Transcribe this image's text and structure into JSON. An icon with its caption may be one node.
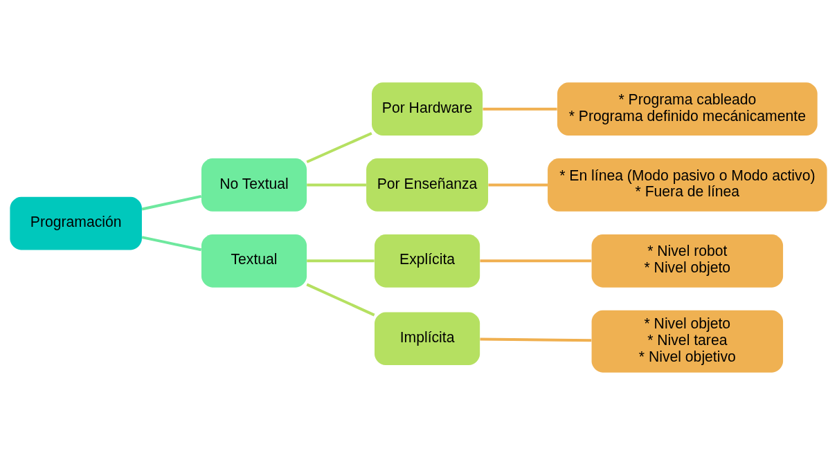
{
  "diagram": {
    "nodes": [
      {
        "text": [
          "Programación"
        ]
      },
      {
        "text": [
          "No Textual"
        ]
      },
      {
        "text": [
          "Textual"
        ]
      },
      {
        "text": [
          "Por Hardware"
        ]
      },
      {
        "text": [
          "Por Enseñanza"
        ]
      },
      {
        "text": [
          "Explícita"
        ]
      },
      {
        "text": [
          "Implícita"
        ]
      },
      {
        "text": [
          "* Programa cableado",
          "* Programa definido mecánicamente"
        ]
      },
      {
        "text": [
          "* En línea (Modo pasivo o Modo activo)",
          "* Fuera de línea"
        ]
      },
      {
        "text": [
          "* Nivel robot",
          "* Nivel objeto"
        ]
      },
      {
        "text": [
          "* Nivel objeto",
          "* Nivel tarea",
          "* Nivel objetivo"
        ]
      }
    ],
    "edges": [
      {
        "from": 0,
        "to": 1,
        "arrow": "none",
        "color": "#6ee89e"
      },
      {
        "from": 0,
        "to": 2,
        "arrow": "none",
        "color": "#6ee89e"
      },
      {
        "from": 1,
        "to": 3,
        "arrow": "none",
        "color": "#b5e061"
      },
      {
        "from": 1,
        "to": 4,
        "arrow": "none",
        "color": "#b5e061"
      },
      {
        "from": 2,
        "to": 5,
        "arrow": "none",
        "color": "#b5e061"
      },
      {
        "from": 2,
        "to": 6,
        "arrow": "none",
        "color": "#b5e061"
      },
      {
        "from": 3,
        "to": 7,
        "arrow": "none",
        "color": "#f0b050"
      },
      {
        "from": 4,
        "to": 8,
        "arrow": "none",
        "color": "#f0b050"
      },
      {
        "from": 5,
        "to": 9,
        "arrow": "none",
        "color": "#f0b050"
      },
      {
        "from": 6,
        "to": 10,
        "arrow": "none",
        "color": "#f0b050"
      }
    ]
  }
}
